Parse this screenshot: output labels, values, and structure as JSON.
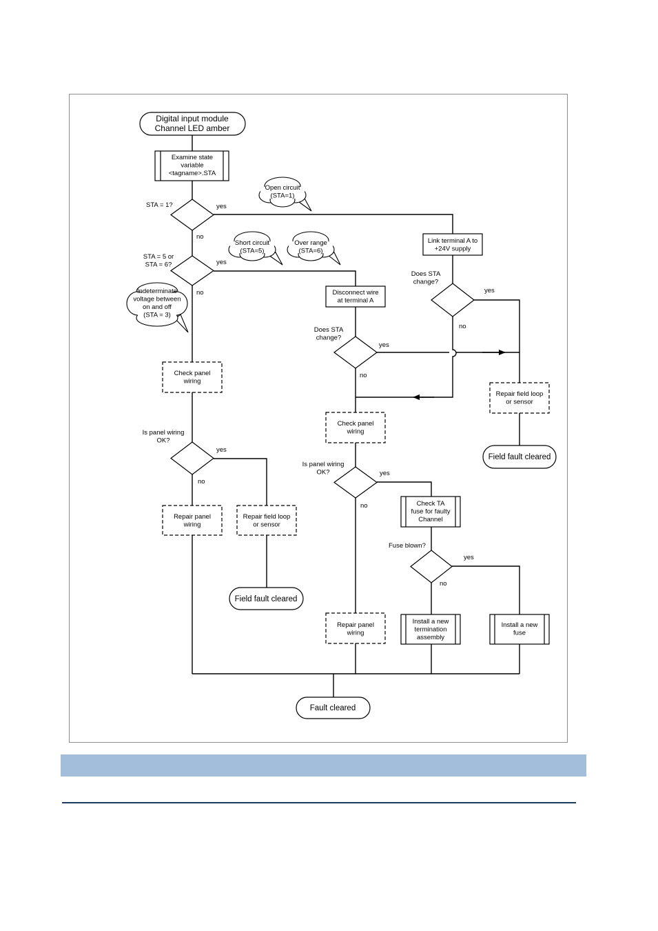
{
  "diagram": {
    "nodes": {
      "start": [
        "Digital input module",
        "Channel LED amber"
      ],
      "examine": [
        "Examine state",
        "variable",
        "<tagname>.STA"
      ],
      "d_sta1": [
        "STA = 1?"
      ],
      "d_sta56": [
        "STA = 5 or",
        "STA = 6?"
      ],
      "link_terminal": [
        "Link terminal A to",
        "+24V supply"
      ],
      "d_sta_change_r": [
        "Does STA",
        "change?"
      ],
      "disconnect": [
        "Disconnect wire",
        "at terminal A"
      ],
      "d_sta_change_m": [
        "Does STA",
        "change?"
      ],
      "repair_field_r": [
        "Repair field loop",
        "or sensor"
      ],
      "field_cleared_r": [
        "Field fault cleared"
      ],
      "check_panel_l": [
        "Check panel",
        "wiring"
      ],
      "d_panel_ok_l": [
        "Is panel wiring",
        "OK?"
      ],
      "repair_panel_l": [
        "Repair panel",
        "wiring"
      ],
      "repair_field_l": [
        "Repair field loop",
        "or sensor"
      ],
      "field_cleared_l": [
        "Field fault cleared"
      ],
      "check_panel_m": [
        "Check panel",
        "wiring"
      ],
      "d_panel_ok_m": [
        "Is panel wiring",
        "OK?"
      ],
      "check_ta": [
        "Check TA",
        "fuse for faulty",
        "Channel"
      ],
      "d_fuse": [
        "Fuse blown?"
      ],
      "repair_panel_m": [
        "Repair panel",
        "wiring"
      ],
      "install_term": [
        "Install a new",
        "termination",
        "assembly"
      ],
      "install_fuse": [
        "Install a new",
        "fuse"
      ],
      "fault_cleared": [
        "Fault cleared"
      ]
    },
    "callouts": {
      "open_circuit": [
        "Open circuit",
        "(STA=1)"
      ],
      "short_circuit": [
        "Short circuit",
        "(STA=5)"
      ],
      "over_range": [
        "Over range",
        "(STA=6)"
      ],
      "indeterminate": [
        "Indeterminate",
        "voltage between",
        "on and off",
        "(STA = 3)"
      ]
    },
    "edge_labels": {
      "yes": "yes",
      "no": "no"
    }
  }
}
